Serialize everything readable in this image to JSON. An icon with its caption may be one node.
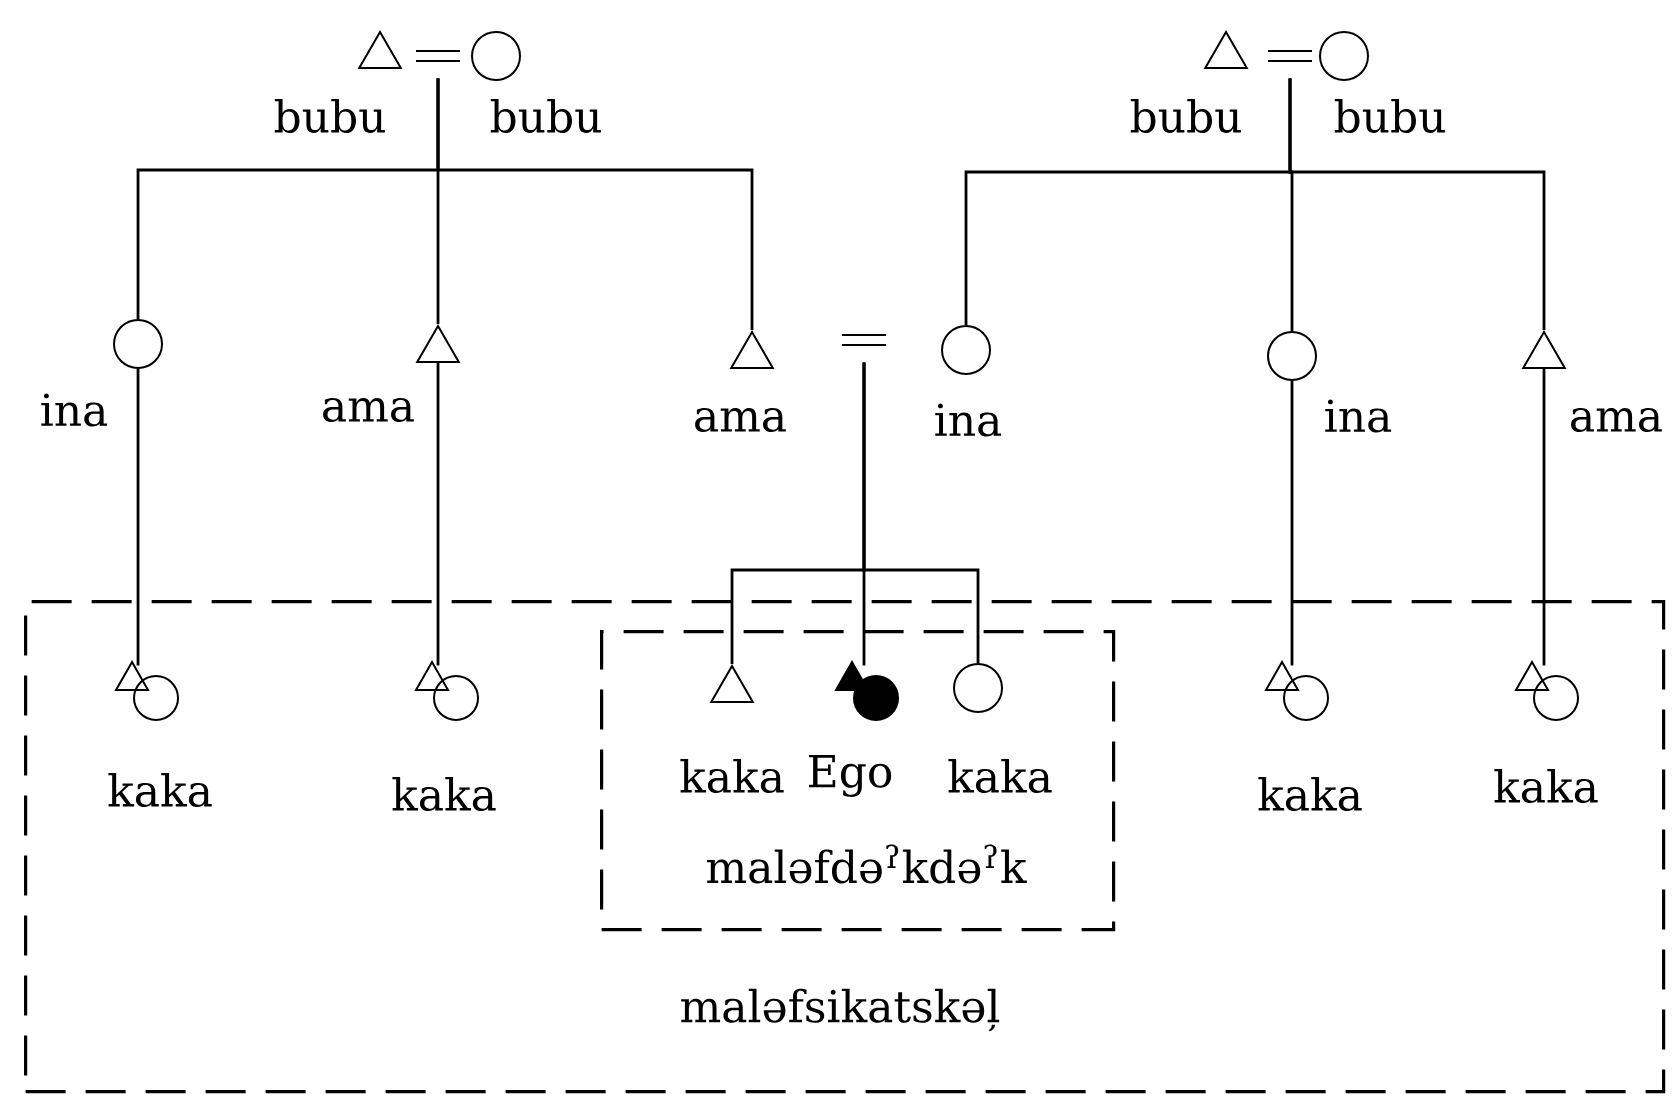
{
  "diagram": {
    "nodes": [
      {
        "text": [
          "maləfsikatskəļ"
        ]
      },
      {
        "text": [
          "maləfdə$^{ʔ}$kdə$^{ʔ}$k"
        ],
        "in": 0
      },
      {
        "text": [],
        "shape": "triangle",
        "beside": [
          "bubu"
        ]
      },
      {
        "text": [],
        "shape": "equals"
      },
      {
        "text": [],
        "shape": "circle",
        "beside": [
          "bubu"
        ]
      },
      {
        "text": [],
        "shape": "triangle",
        "beside": [
          "bubu"
        ]
      },
      {
        "text": [],
        "shape": "equals"
      },
      {
        "text": [],
        "shape": "circle",
        "beside": [
          "bubu"
        ]
      },
      {
        "text": [],
        "shape": "circle",
        "beside": [
          "ina"
        ]
      },
      {
        "text": [],
        "shape": "triangle",
        "beside": [
          "ama"
        ]
      },
      {
        "text": [],
        "shape": "triangle",
        "beside": [
          "ama"
        ]
      },
      {
        "text": [],
        "shape": "equals"
      },
      {
        "text": [],
        "shape": "circle",
        "beside": [
          "ina"
        ]
      },
      {
        "text": [],
        "shape": "circle",
        "beside": [
          "ina"
        ]
      },
      {
        "text": [],
        "shape": "triangle",
        "beside": [
          "ama"
        ]
      },
      {
        "text": [],
        "shape": "pair",
        "beside": [
          "kaka"
        ],
        "in": 0
      },
      {
        "text": [],
        "shape": "pair",
        "beside": [
          "kaka"
        ],
        "in": 0
      },
      {
        "text": [],
        "shape": "triangle",
        "beside": [
          "kaka"
        ],
        "in": 1
      },
      {
        "text": [
          "Ego"
        ],
        "in": 1
      },
      {
        "text": [],
        "shape": "circle",
        "beside": [
          "kaka"
        ],
        "in": 1
      },
      {
        "text": [],
        "shape": "pair",
        "beside": [
          "kaka"
        ],
        "in": 0
      },
      {
        "text": [],
        "shape": "pair",
        "beside": [
          "kaka"
        ],
        "in": 0
      }
    ],
    "edges": [
      {
        "from": 3,
        "to": 8,
        "arrow": "none"
      },
      {
        "from": 3,
        "to": 9,
        "arrow": "none"
      },
      {
        "from": 3,
        "to": 10,
        "arrow": "none"
      },
      {
        "from": 6,
        "to": 12,
        "arrow": "none"
      },
      {
        "from": 6,
        "to": 13,
        "arrow": "none"
      },
      {
        "from": 6,
        "to": 14,
        "arrow": "none"
      },
      {
        "from": 8,
        "to": 15,
        "arrow": "none"
      },
      {
        "from": 9,
        "to": 16,
        "arrow": "none"
      },
      {
        "from": 11,
        "to": 17,
        "arrow": "none"
      },
      {
        "from": 11,
        "to": 18,
        "arrow": "none"
      },
      {
        "from": 11,
        "to": 19,
        "arrow": "none"
      },
      {
        "from": 13,
        "to": 20,
        "arrow": "none"
      },
      {
        "from": 14,
        "to": 21,
        "arrow": "none"
      }
    ]
  }
}
